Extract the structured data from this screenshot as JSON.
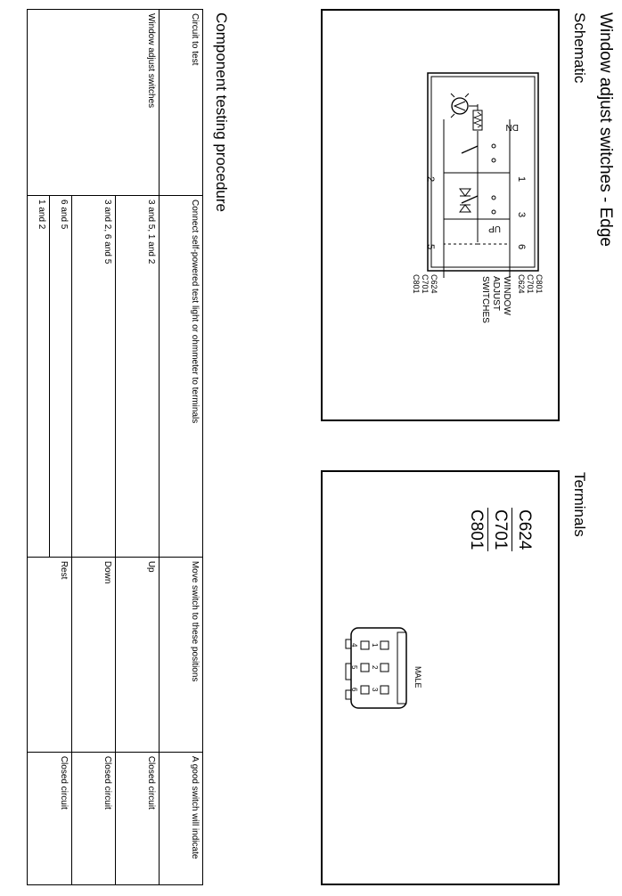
{
  "page": {
    "title": "Window adjust switches - Edge",
    "schematic_heading": "Schematic",
    "terminals_heading": "Terminals",
    "procedure_heading": "Component testing procedure"
  },
  "schematic": {
    "connector_labels": [
      "C801",
      "C701",
      "C624"
    ],
    "connector_labels_lower": [
      "C624",
      "C701",
      "C801"
    ],
    "device_label": [
      "WINDOW",
      "ADJUST",
      "SWITCHES"
    ],
    "pins": [
      "1",
      "3",
      "6",
      "2",
      "5"
    ],
    "switch_labels": [
      "DN",
      "UP"
    ]
  },
  "terminals": {
    "codes": [
      "C624",
      "C701",
      "C801"
    ],
    "connector_type": "MALE",
    "pin_numbers": [
      "1",
      "2",
      "3",
      "4",
      "5",
      "6"
    ]
  },
  "procedure": {
    "headers": [
      "Circuit to test",
      "Connect self-powered test light or ohmmeter to terminals",
      "Move switch to these positions",
      "A good switch will indicate"
    ],
    "circuit": "Window adjust switches",
    "rows": [
      {
        "terminals": "3 and 5, 1 and 2",
        "position": "Up",
        "result": "Closed circuit"
      },
      {
        "terminals": "3 and 2, 6 and 5",
        "position": "Down",
        "result": "Closed circuit"
      },
      {
        "terminals": "6 and 5",
        "position": "Rest",
        "result": "Closed circuit"
      },
      {
        "terminals": "1 and 2",
        "position": "",
        "result": ""
      }
    ]
  }
}
